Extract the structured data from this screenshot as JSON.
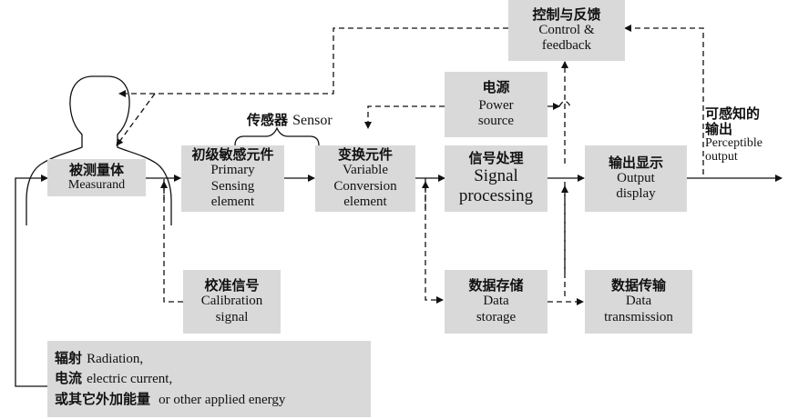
{
  "measurand": {
    "zh": "被测量体",
    "en": "Measurand"
  },
  "sensor": {
    "zh": "传感器",
    "en": "Sensor"
  },
  "primary": {
    "zh": "初级敏感元件",
    "en1": "Primary",
    "en2": "Sensing",
    "en3": "element"
  },
  "variable": {
    "zh": "变换元件",
    "en1": "Variable",
    "en2": "Conversion",
    "en3": "element"
  },
  "signal": {
    "zh": "信号处理",
    "en1": "Signal",
    "en2": "processing"
  },
  "output": {
    "zh": "输出显示",
    "en1": "Output",
    "en2": "display"
  },
  "control": {
    "zh": "控制与反馈",
    "en1": "Control &",
    "en2": "feedback"
  },
  "power": {
    "zh": "电源",
    "en1": "Power",
    "en2": "source"
  },
  "perceptible": {
    "zh1": "可感知的",
    "zh2": "输出",
    "en1": "Perceptible",
    "en2": "output"
  },
  "calibration": {
    "zh": "校准信号",
    "en1": "Calibration",
    "en2": "signal"
  },
  "storage": {
    "zh": "数据存储",
    "en1": "Data",
    "en2": "storage"
  },
  "transmission": {
    "zh": "数据传输",
    "en1": "Data",
    "en2": "transmission"
  },
  "energy": {
    "radiation_zh": "辐射",
    "radiation_en": "Radiation,",
    "current_zh": "电流",
    "current_en": "electric current,",
    "other_zh": "或其它外加能量",
    "other_en": "or other applied energy"
  }
}
